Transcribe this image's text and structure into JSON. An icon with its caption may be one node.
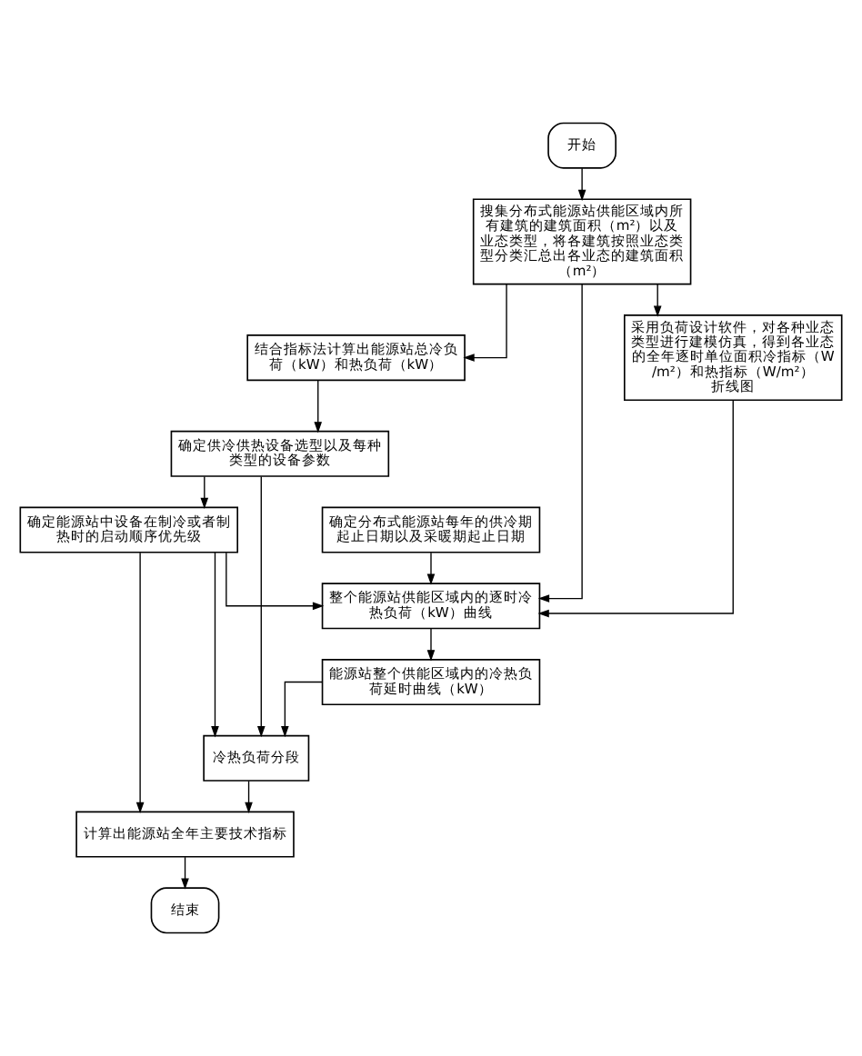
{
  "diagram": {
    "nodes": [
      {
        "text": [
          "开始"
        ]
      },
      {
        "text": [
          "搜集分布式能源站供能区域内所有建筑的建筑面积（m²）以及业态类型，将各建筑按照业态类型分类汇总出各业态的建筑面积（m²）"
        ]
      },
      {
        "text": [
          "结合指标法计算出能源站总冷负荷（kW）和热负荷（kW）"
        ]
      },
      {
        "text": [
          "采用负荷设计软件，对各种业态类型进行建模仿真，得到各业态的全年逐时单位面积冷指标（W/m²）和热指标（W/m²）折线图"
        ]
      },
      {
        "text": [
          "确定供冷供热设备选型以及每种类型的设备参数"
        ]
      },
      {
        "text": [
          "确定分布式能源站每年的供冷期起止日期以及采暖期起止日期"
        ]
      },
      {
        "text": [
          "确定能源站中设备在制冷或者制热时的启动顺序优先级"
        ]
      },
      {
        "text": [
          "整个能源站供能区域内的逐时冷热负荷（kW）曲线"
        ]
      },
      {
        "text": [
          "能源站整个供能区域内的冷热负荷延时曲线（kW）"
        ]
      },
      {
        "text": [
          "冷热负荷分段"
        ]
      },
      {
        "text": [
          "计算出能源站全年主要技术指标"
        ]
      },
      {
        "text": [
          "结束"
        ]
      }
    ],
    "edges": [
      {
        "from": 0,
        "to": 1,
        "arrow": "to"
      },
      {
        "from": 1,
        "to": 2,
        "arrow": "to"
      },
      {
        "from": 1,
        "to": 3,
        "arrow": "to"
      },
      {
        "from": 2,
        "to": 4,
        "arrow": "to"
      },
      {
        "from": 4,
        "to": 6,
        "arrow": "to"
      },
      {
        "from": 1,
        "to": 7,
        "arrow": "to"
      },
      {
        "from": 6,
        "to": 7,
        "arrow": "to"
      },
      {
        "from": 5,
        "to": 7,
        "arrow": "to"
      },
      {
        "from": 3,
        "to": 7,
        "arrow": "to"
      },
      {
        "from": 7,
        "to": 8,
        "arrow": "to"
      },
      {
        "from": 8,
        "to": 9,
        "arrow": "to"
      },
      {
        "from": 4,
        "to": 9,
        "arrow": "to"
      },
      {
        "from": 6,
        "to": 9,
        "arrow": "to"
      },
      {
        "from": 9,
        "to": 10,
        "arrow": "to"
      },
      {
        "from": 6,
        "to": 10,
        "arrow": "to"
      },
      {
        "from": 10,
        "to": 11,
        "arrow": "to"
      }
    ]
  }
}
